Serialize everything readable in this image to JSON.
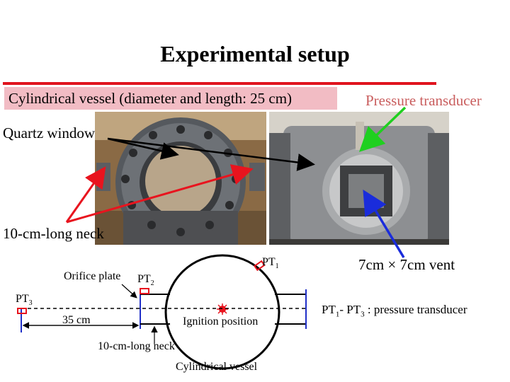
{
  "slide": {
    "title": "Experimental setup",
    "vessel_caption": "Cylindrical vessel (diameter and length: 25 cm)",
    "pressure_transducer_label": "Pressure transducer",
    "quartz_window_label": "Quartz window",
    "neck_label": "10-cm-long neck",
    "vent_label": "7cm × 7cm vent",
    "legend": {
      "a": "PT",
      "a_sub": "1",
      "mid": "- PT",
      "b_sub": "3",
      "rest": " : pressure transducer"
    }
  },
  "diagram": {
    "pt1": "PT",
    "pt1_sub": "1",
    "pt2": "PT",
    "pt2_sub": "2",
    "pt3": "PT",
    "pt3_sub": "3",
    "orifice_plate": "Orifice plate",
    "distance": "35 cm",
    "ignition": "Ignition position",
    "neck": "10-cm-long neck",
    "vessel": "Cylindrical vessel"
  },
  "colors": {
    "title_rule": "#e0141e",
    "caption_bg": "#f2bcc4",
    "pt_label": "#c95d5d",
    "arrow_black": "#000000",
    "arrow_red": "#e8141e",
    "arrow_green": "#1fd01f",
    "arrow_blue": "#1a2cdb",
    "ignition": "#e8141e"
  }
}
